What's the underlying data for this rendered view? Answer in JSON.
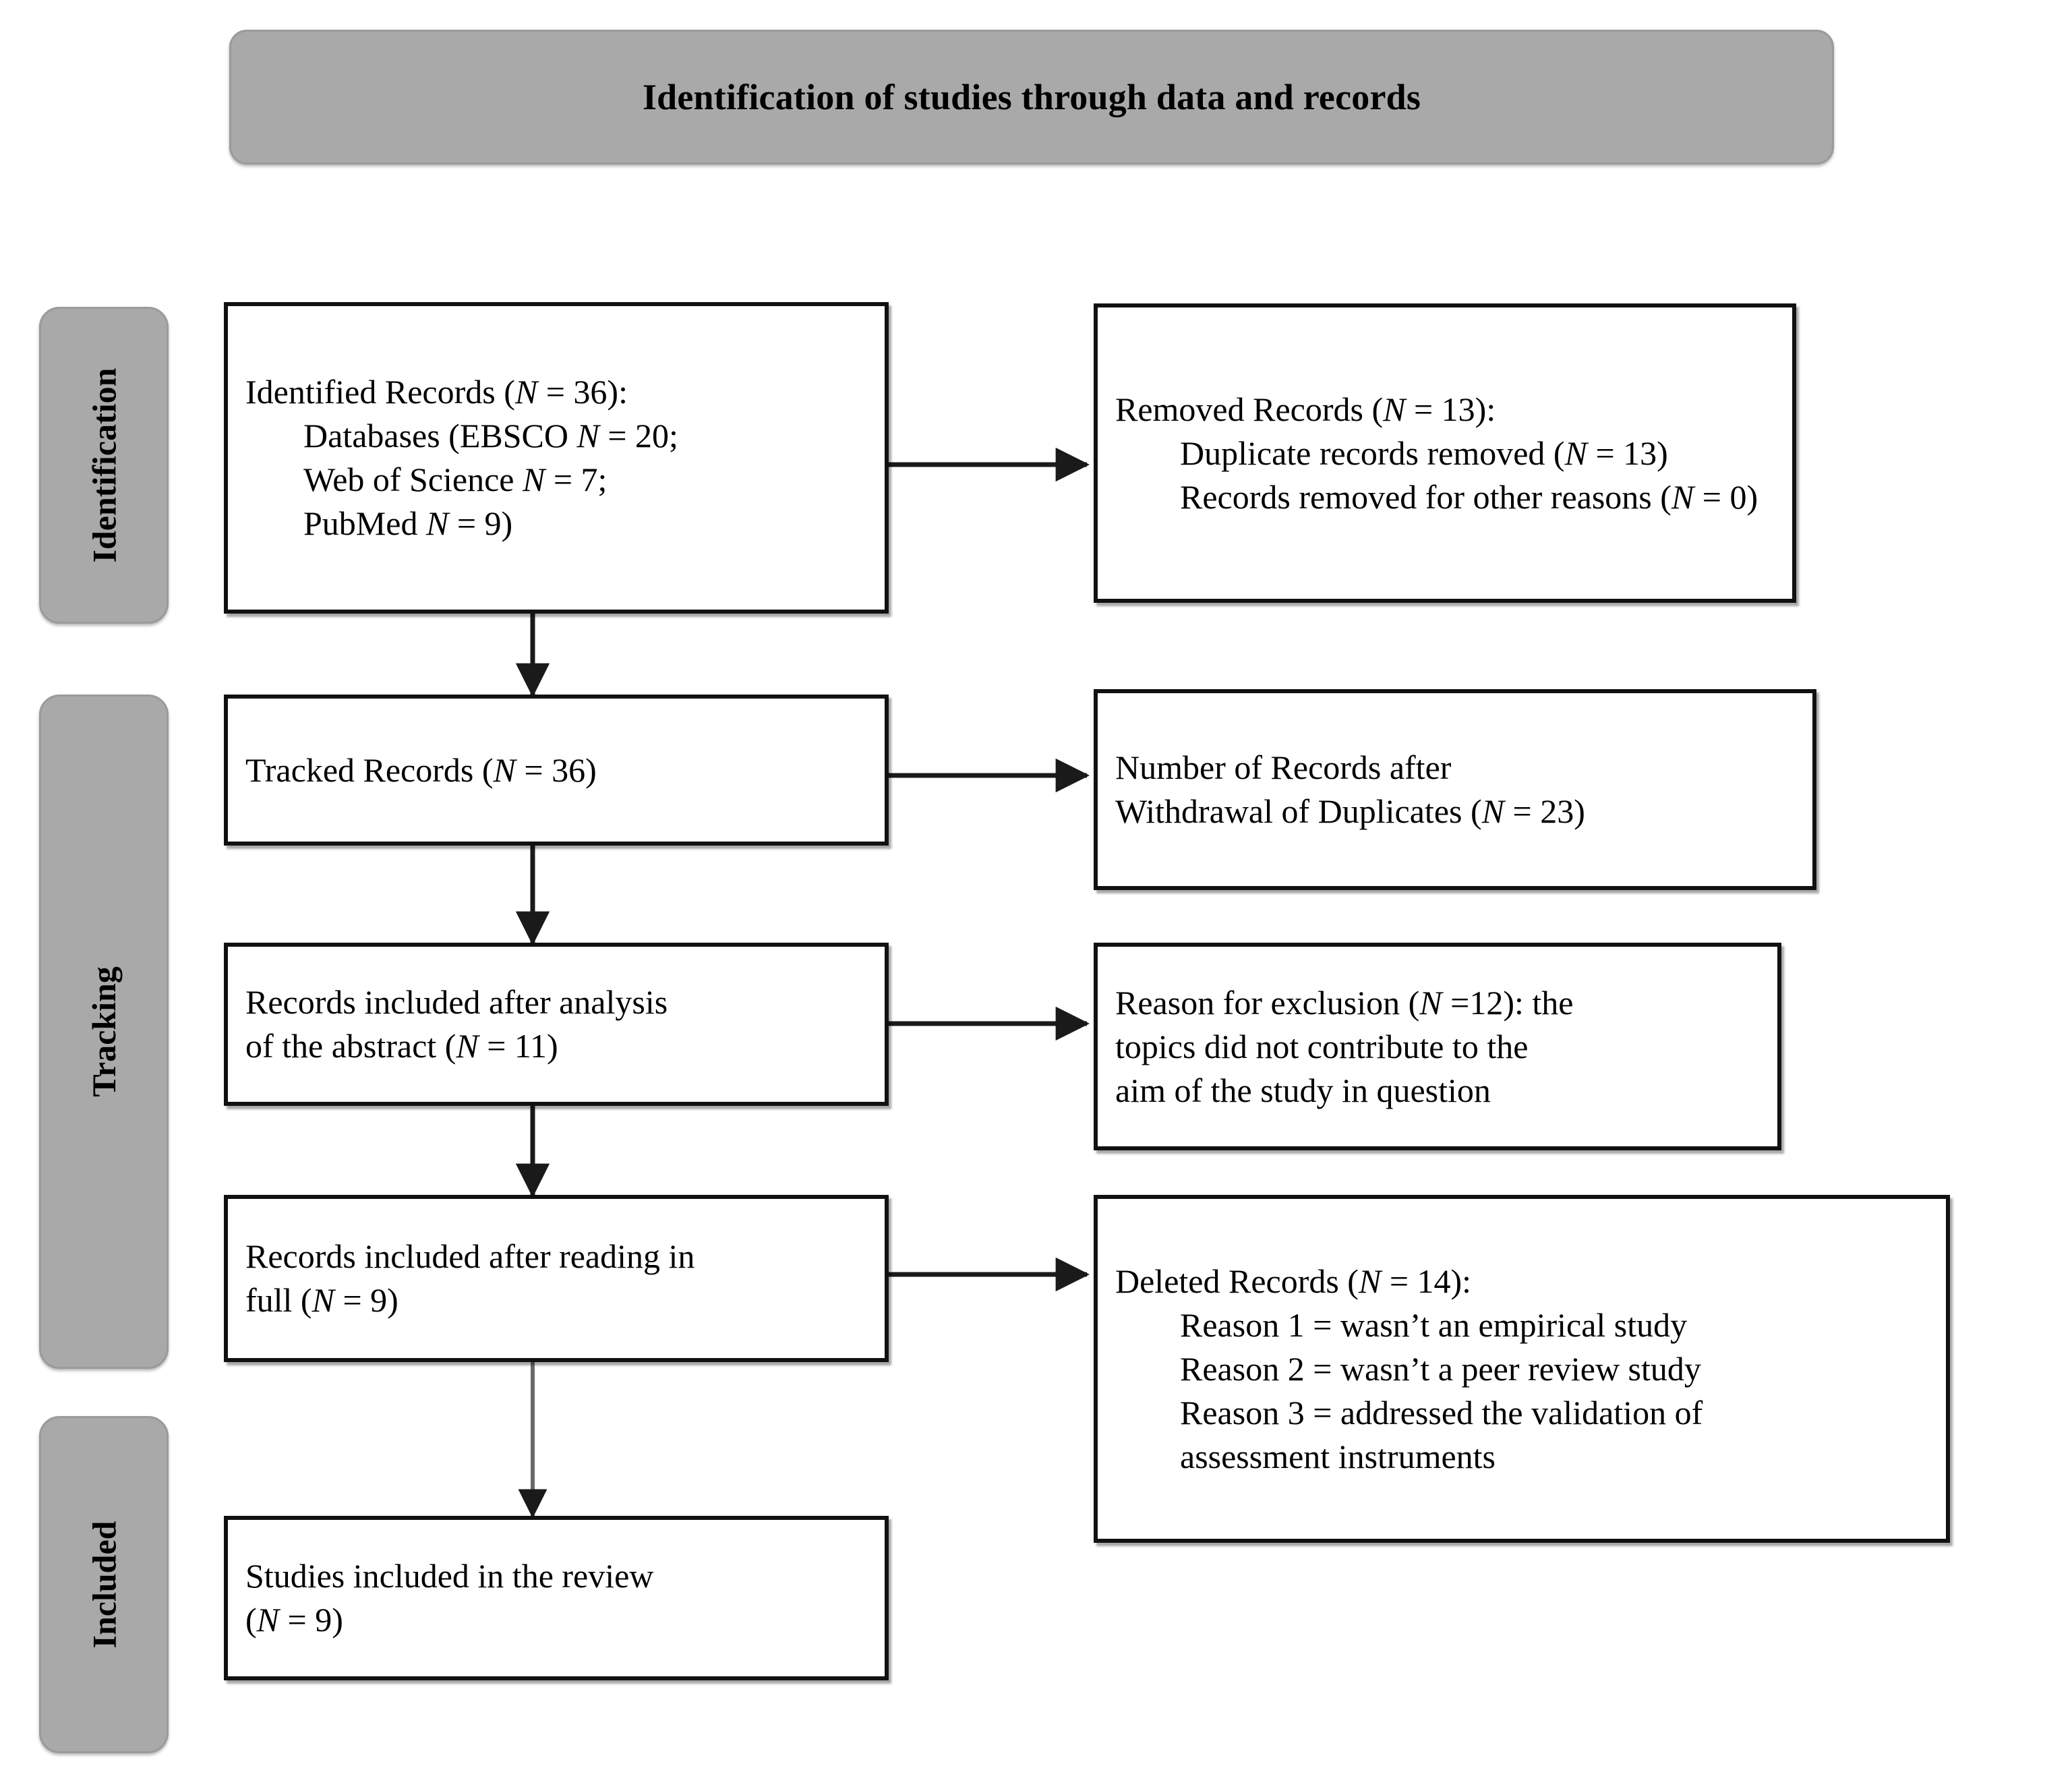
{
  "banner": {
    "title": "Identification of studies through data and records"
  },
  "stages": [
    {
      "id": "identification",
      "label": "Identification"
    },
    {
      "id": "tracking",
      "label": "Tracking"
    },
    {
      "id": "included",
      "label": "Included"
    }
  ],
  "boxes": {
    "identified_records": {
      "name": "identified-records-box",
      "lines": [
        {
          "text": "Identified Records (",
          "em": "N",
          "tail": " = 36):",
          "indent": 0
        },
        {
          "text": "Databases (EBSCO ",
          "em": "N",
          "tail": " = 20;",
          "indent": 1
        },
        {
          "text": "Web of Science ",
          "em": "N",
          "tail": " = 7;",
          "indent": 1
        },
        {
          "text": "PubMed ",
          "em": "N",
          "tail": " = 9)",
          "indent": 1
        }
      ]
    },
    "removed_records": {
      "name": "removed-records-box",
      "lines": [
        {
          "text": "Removed Records (",
          "em": "N",
          "tail": " = 13):",
          "indent": 0
        },
        {
          "text": "Duplicate records removed (",
          "em": "N",
          "tail": " = 13)",
          "indent": 2
        },
        {
          "text": "Records removed for other reasons (",
          "em": "N",
          "tail": " = 0)",
          "indent": 2
        }
      ]
    },
    "tracked_records": {
      "name": "tracked-records-box",
      "lines": [
        {
          "text": "Tracked Records (",
          "em": "N",
          "tail": " = 36)",
          "indent": 0
        }
      ]
    },
    "after_duplicates": {
      "name": "records-after-duplicates-box",
      "lines": [
        {
          "text": "Number of Records after",
          "em": "",
          "tail": "",
          "indent": 0
        },
        {
          "text": "Withdrawal of Duplicates (",
          "em": "N",
          "tail": " = 23)",
          "indent": 0
        }
      ]
    },
    "after_abstract": {
      "name": "records-after-abstract-box",
      "lines": [
        {
          "text": "Records included after analysis",
          "em": "",
          "tail": "",
          "indent": 0
        },
        {
          "text": "of the abstract (",
          "em": "N",
          "tail": " = 11)",
          "indent": 0
        }
      ]
    },
    "exclusion_reason": {
      "name": "exclusion-reason-box",
      "lines": [
        {
          "text": "Reason for exclusion (",
          "em": "N",
          "tail": " =12): the",
          "indent": 0
        },
        {
          "text": "topics did not contribute to the",
          "em": "",
          "tail": "",
          "indent": 0
        },
        {
          "text": "aim of the study in question",
          "em": "",
          "tail": "",
          "indent": 0
        }
      ]
    },
    "after_fulltext": {
      "name": "records-after-fulltext-box",
      "lines": [
        {
          "text": "Records included after reading in",
          "em": "",
          "tail": "",
          "indent": 0
        },
        {
          "text": "full (",
          "em": "N",
          "tail": " = 9)",
          "indent": 0
        }
      ]
    },
    "deleted_records": {
      "name": "deleted-records-box",
      "lines": [
        {
          "text": "Deleted Records (",
          "em": "N",
          "tail": " = 14):",
          "indent": 0
        },
        {
          "text": "Reason 1 = wasn’t an empirical study",
          "em": "",
          "tail": "",
          "indent": 2
        },
        {
          "text": "Reason 2 = wasn’t a peer review study",
          "em": "",
          "tail": "",
          "indent": 2
        },
        {
          "text": "Reason 3 = addressed the validation of",
          "em": "",
          "tail": "",
          "indent": 2
        },
        {
          "text": "assessment instruments",
          "em": "",
          "tail": "",
          "indent": 0
        }
      ]
    },
    "studies_included": {
      "name": "studies-included-box",
      "lines": [
        {
          "text": "Studies included in the review",
          "em": "",
          "tail": "",
          "indent": 0
        },
        {
          "text": "(",
          "em": "N",
          "tail": " = 9)",
          "indent": 0
        }
      ]
    }
  },
  "colors": {
    "pill_fill": "#a9a9a9",
    "box_border": "#111111",
    "box_fill": "#ffffff",
    "arrow": "#1a1a1a",
    "text": "#000000"
  },
  "chart_data": {
    "type": "flowchart",
    "title": "Identification of studies through data and records",
    "diagram": "PRISMA study selection flow diagram",
    "stages": [
      "Identification",
      "Tracking",
      "Included"
    ],
    "nodes": [
      {
        "id": "identified_records",
        "stage": "Identification",
        "column": "left",
        "n": 36,
        "breakdown": {
          "EBSCO": 20,
          "Web of Science": 7,
          "PubMed": 9
        }
      },
      {
        "id": "removed_records",
        "stage": "Identification",
        "column": "right",
        "n": 13,
        "breakdown": {
          "Duplicate records removed": 13,
          "Records removed for other reasons": 0
        }
      },
      {
        "id": "tracked_records",
        "stage": "Tracking",
        "column": "left",
        "n": 36
      },
      {
        "id": "after_duplicates",
        "stage": "Tracking",
        "column": "right",
        "n": 23
      },
      {
        "id": "after_abstract",
        "stage": "Tracking",
        "column": "left",
        "n": 11
      },
      {
        "id": "exclusion_reason",
        "stage": "Tracking",
        "column": "right",
        "n": 12
      },
      {
        "id": "after_fulltext",
        "stage": "Tracking",
        "column": "left",
        "n": 9
      },
      {
        "id": "deleted_records",
        "stage": "Tracking",
        "column": "right",
        "n": 14
      },
      {
        "id": "studies_included",
        "stage": "Included",
        "column": "left",
        "n": 9
      }
    ],
    "edges": [
      {
        "from": "identified_records",
        "to": "removed_records",
        "direction": "right"
      },
      {
        "from": "identified_records",
        "to": "tracked_records",
        "direction": "down"
      },
      {
        "from": "tracked_records",
        "to": "after_duplicates",
        "direction": "right"
      },
      {
        "from": "tracked_records",
        "to": "after_abstract",
        "direction": "down"
      },
      {
        "from": "after_abstract",
        "to": "exclusion_reason",
        "direction": "right"
      },
      {
        "from": "after_abstract",
        "to": "after_fulltext",
        "direction": "down"
      },
      {
        "from": "after_fulltext",
        "to": "deleted_records",
        "direction": "right"
      },
      {
        "from": "after_fulltext",
        "to": "studies_included",
        "direction": "down"
      }
    ]
  }
}
